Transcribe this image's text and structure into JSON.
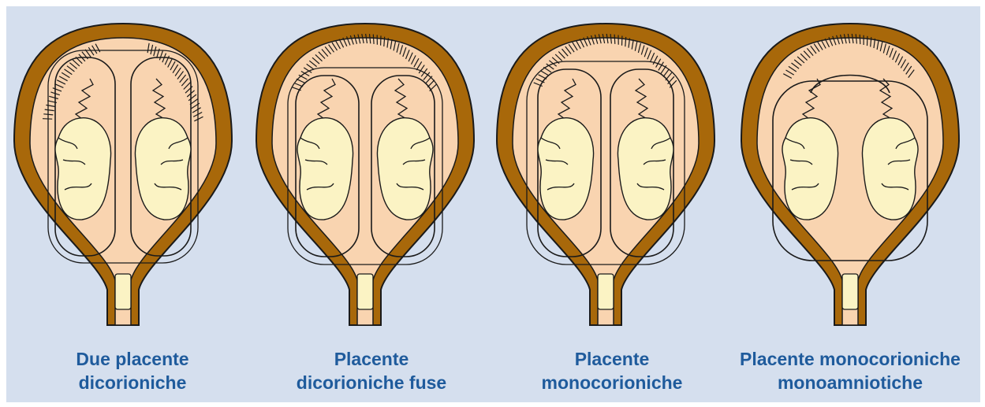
{
  "colors": {
    "background": "#d5dfee",
    "uterus_wall": "#a8680a",
    "cavity": "#f9d4b0",
    "fetus": "#fbf3c4",
    "caption_text": "#1f5b9c"
  },
  "panels": [
    {
      "id": "due-placente-dicorioniche",
      "placenta_type": "two-separate-dichorionic",
      "caption_lines": [
        "Due placente",
        "dicorioniche"
      ]
    },
    {
      "id": "placente-dicorioniche-fuse",
      "placenta_type": "fused-dichorionic",
      "caption_lines": [
        "Placente",
        "dicorioniche fuse"
      ]
    },
    {
      "id": "placente-monocorioniche",
      "placenta_type": "monochorionic",
      "caption_lines": [
        "Placente",
        "monocorioniche"
      ]
    },
    {
      "id": "placente-monocorioniche-monoamniotiche",
      "placenta_type": "monochorionic-monoamniotic",
      "caption_lines": [
        "Placente monocorioniche",
        "monoamniotiche"
      ]
    }
  ]
}
